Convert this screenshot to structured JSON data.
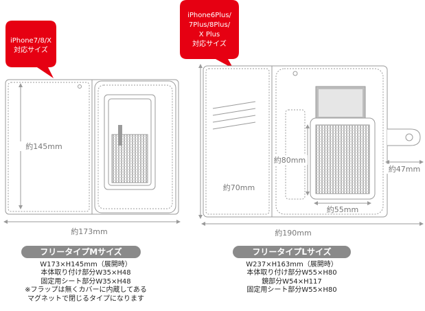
{
  "colors": {
    "accent": "#e60012",
    "line": "#9a9a9a",
    "pill": "#8a8a8a",
    "text": "#222222"
  },
  "left": {
    "badge": [
      "iPhone7/8/X",
      "対応サイズ"
    ],
    "dims": {
      "height": "約145mm",
      "width": "約173mm"
    },
    "pill": "フリータイプMサイズ",
    "specs": [
      "W173×H145mm（展開時）",
      "本体取り付け部分W35×H48",
      "固定用シート部分W35×H48",
      "※フラップは無くカバーに内蔵してある",
      "マグネットで閉じるタイプになります"
    ]
  },
  "right": {
    "badge": [
      "iPhone6Plus/",
      "7Plus/8Plus/",
      "X Plus",
      "対応サイズ"
    ],
    "dims": {
      "pocket": "約70mm",
      "inner_height": "約80mm",
      "inner_width": "約55mm",
      "flap": "約47mm",
      "width": "約190mm"
    },
    "pill": "フリータイプLサイズ",
    "specs": [
      "W237×H163mm（展開時）",
      "本体取り付け部分W55×H80",
      "鏡部分W54×H117",
      "固定用シート部分W55×H80"
    ]
  }
}
